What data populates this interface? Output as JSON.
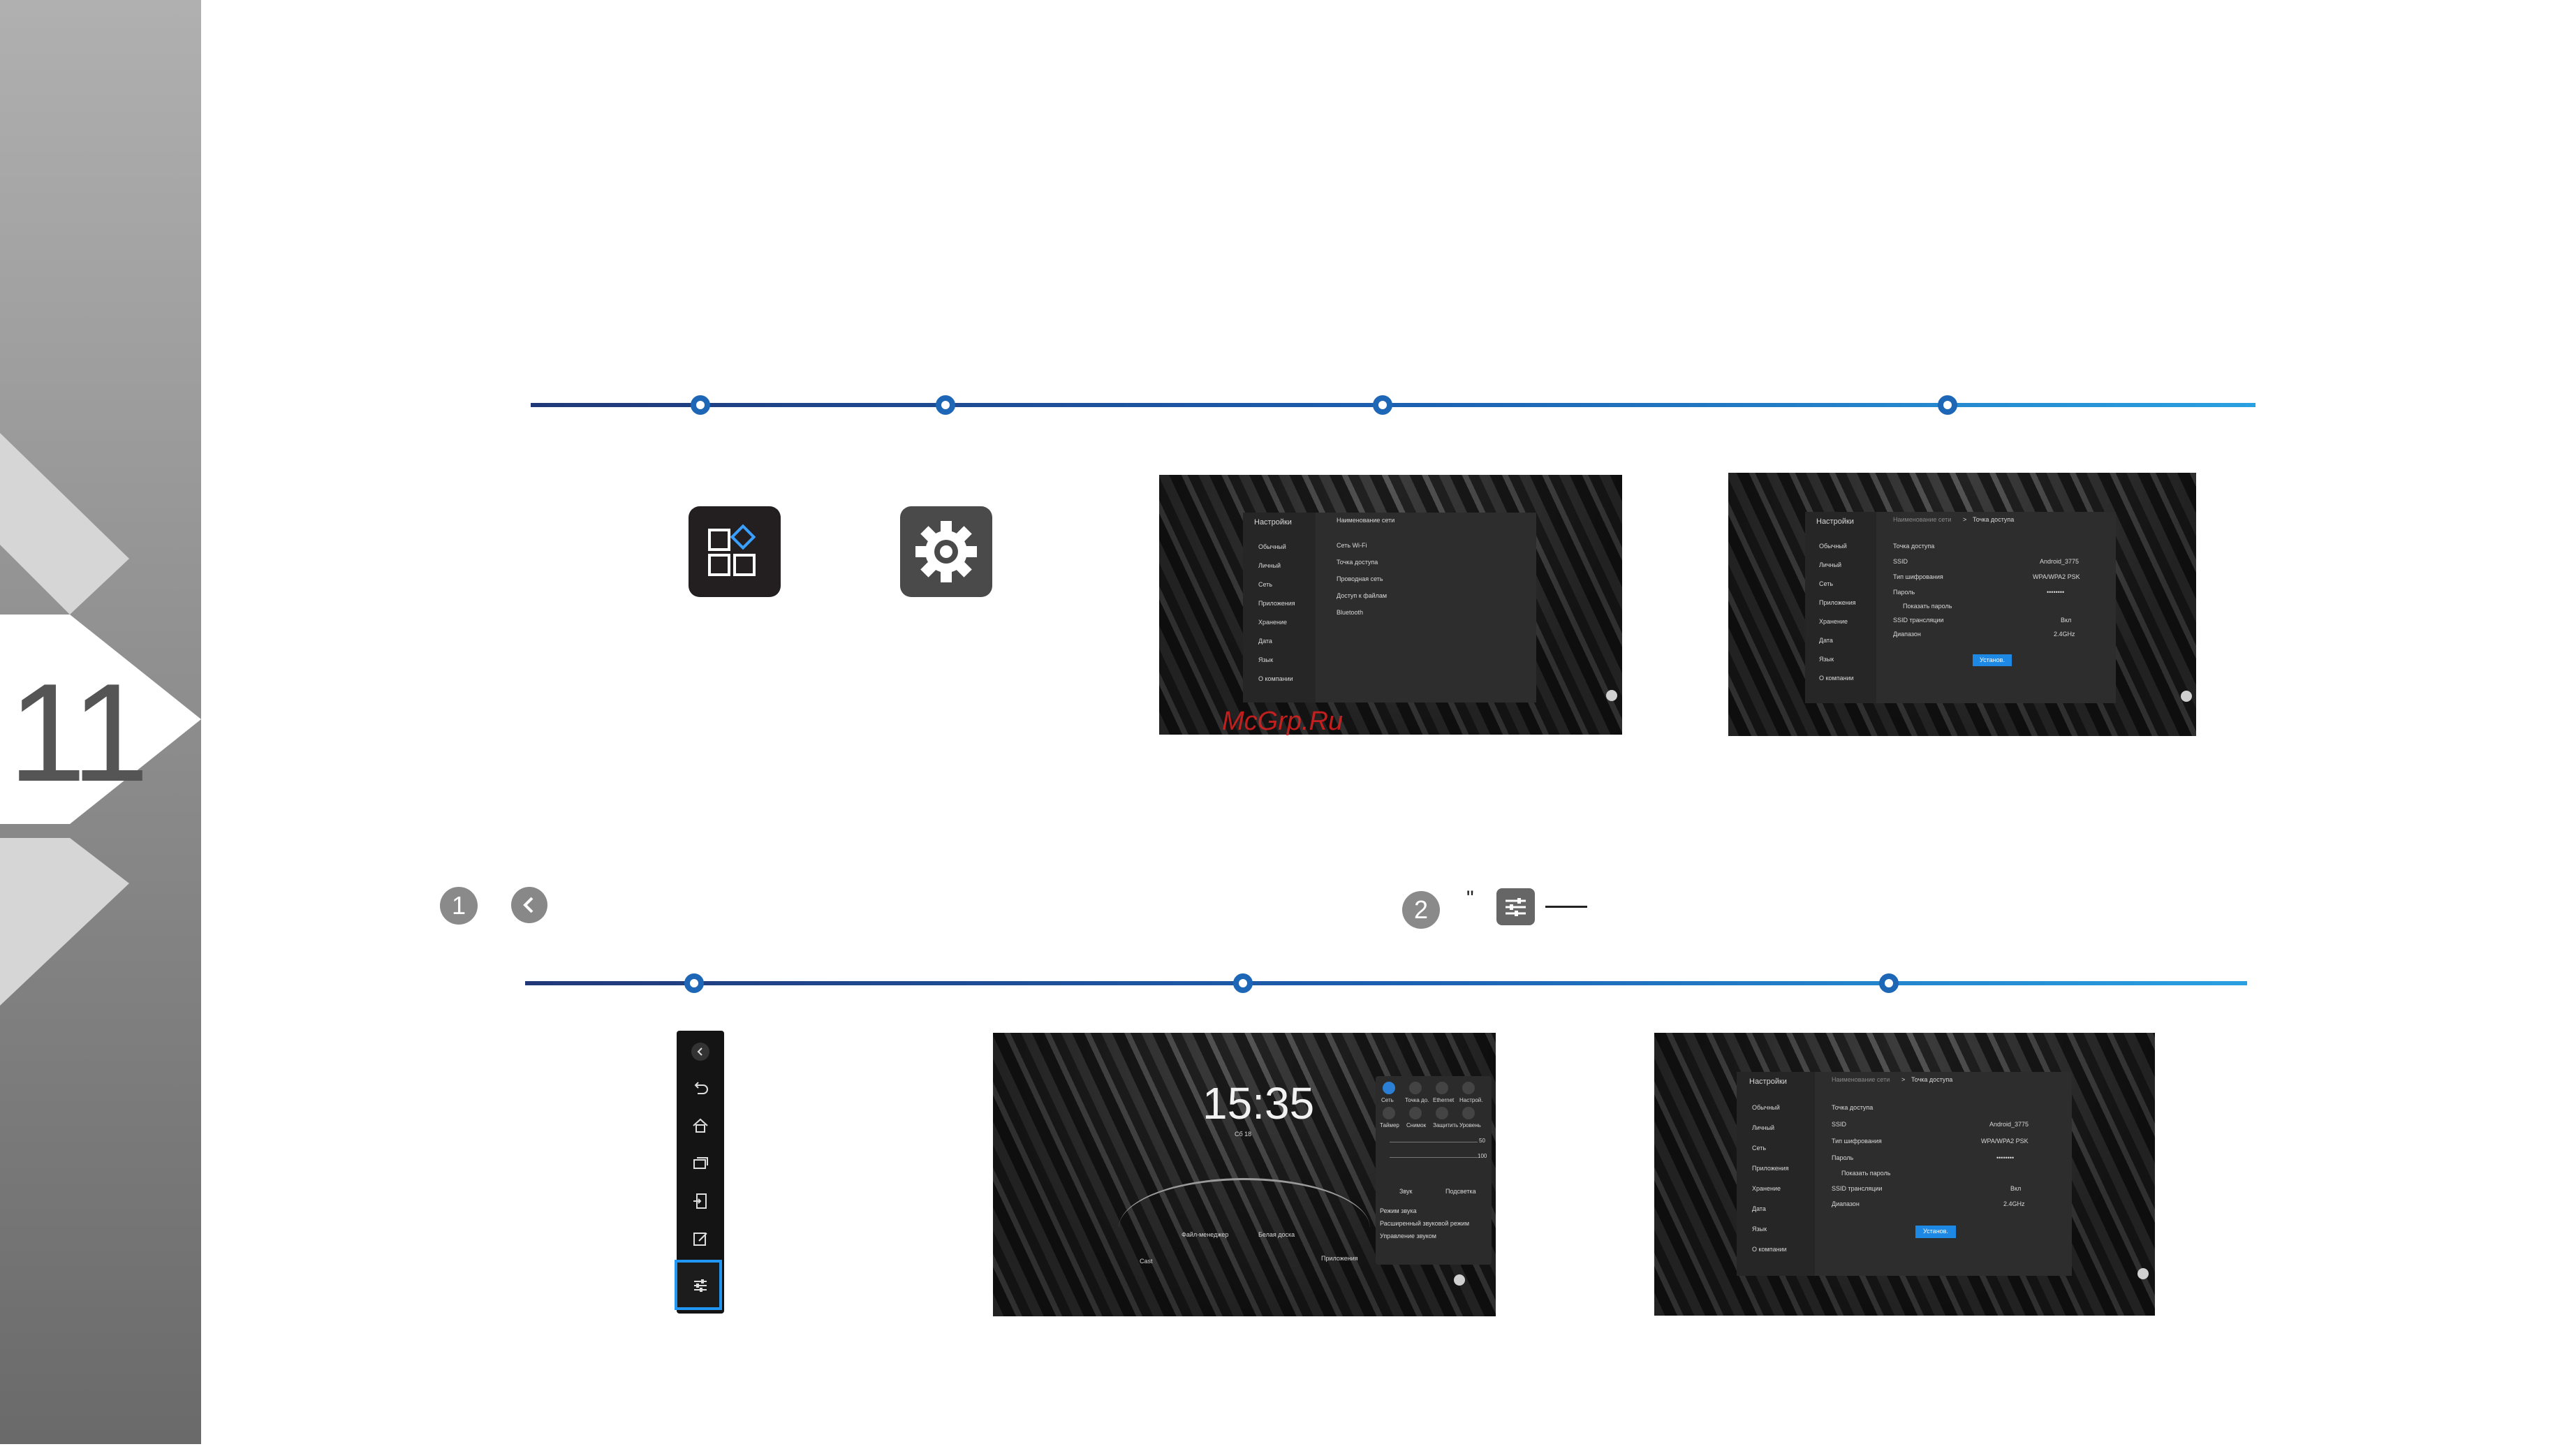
{
  "page": {
    "number": "11"
  },
  "watermark": "McGrp.Ru",
  "steps": {
    "step1": "1",
    "step2": "2",
    "quote": "\""
  },
  "icons": {
    "apps": "apps-icon",
    "settings": "gear-icon",
    "back": "chevron-left-icon",
    "toolbar": [
      "chevron-left-icon",
      "undo-icon",
      "home-icon",
      "windows-icon",
      "input-icon",
      "annotate-icon",
      "settings-sliders-icon"
    ]
  },
  "screen_network": {
    "header": "Настройки",
    "title": "Наименование сети",
    "menu": [
      "Обычный",
      "Личный",
      "Сеть",
      "Приложения",
      "Хранение",
      "Дата",
      "Язык",
      "О компании"
    ],
    "items": [
      "Сеть Wi-Fi",
      "Точка доступа",
      "Проводная сеть",
      "Доступ к файлам",
      "Bluetooth"
    ]
  },
  "screen_hotspot": {
    "header": "Настройки",
    "breadcrumb_parent": "Наименование сети",
    "breadcrumb_sep": ">",
    "breadcrumb_current": "Точка доступа",
    "menu": [
      "Обычный",
      "Личный",
      "Сеть",
      "Приложения",
      "Хранение",
      "Дата",
      "Язык",
      "О компании"
    ],
    "fields": [
      {
        "label": "Точка доступа",
        "value": ""
      },
      {
        "label": "SSID",
        "value": "Android_3775"
      },
      {
        "label": "Тип шифрования",
        "value": "WPA/WPA2 PSK"
      },
      {
        "label": "Пароль",
        "value": "••••••••"
      },
      {
        "label": "Показать пароль",
        "value": ""
      },
      {
        "label": "SSID трансляции",
        "value": "Вкл"
      },
      {
        "label": "Диапазон",
        "value": "2.4GHz"
      }
    ],
    "button": "Установ."
  },
  "screen_home": {
    "time": "15:35",
    "date": "Сб 18",
    "apps": [
      "Cast",
      "Файл-менеджер",
      "Белая доска",
      "Приложения"
    ],
    "quick": {
      "row1": [
        "Сеть",
        "Точка до.",
        "Ethernet",
        "Настрой."
      ],
      "row2": [
        "Таймер",
        "Снимок",
        "Защитить",
        "Уровень"
      ],
      "tabs": [
        "Звук",
        "Подсветка"
      ],
      "menu": [
        "Режим звука",
        "Расширенный звуковой режим",
        "Управление звуком"
      ],
      "volume": "100",
      "brightness": "50"
    }
  },
  "colors": {
    "accent": "#1e66b6",
    "button": "#1e88e5",
    "toolbar_highlight": "#2196f3",
    "watermark": "#e02020"
  }
}
